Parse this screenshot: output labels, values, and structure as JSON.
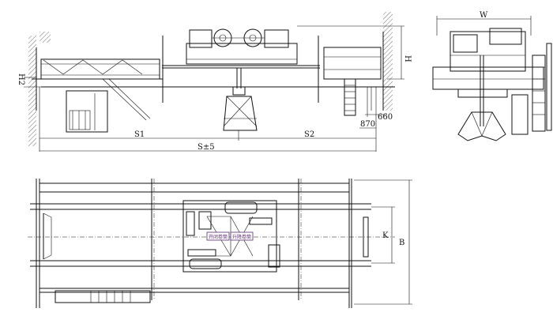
{
  "front_view": {
    "dim_h2": "H2",
    "dim_h": "H",
    "dim_660": "660",
    "dim_870": "870",
    "dim_s1": "S1",
    "dim_s2": "S2",
    "dim_span": "S±5"
  },
  "side_view": {
    "dim_w": "W"
  },
  "plan_view": {
    "dim_k": "K",
    "dim_b": "B",
    "drum_label_1": "开闭卷筒",
    "drum_label_2": "升降卷筒",
    "label_color": "#5a2a6e"
  }
}
